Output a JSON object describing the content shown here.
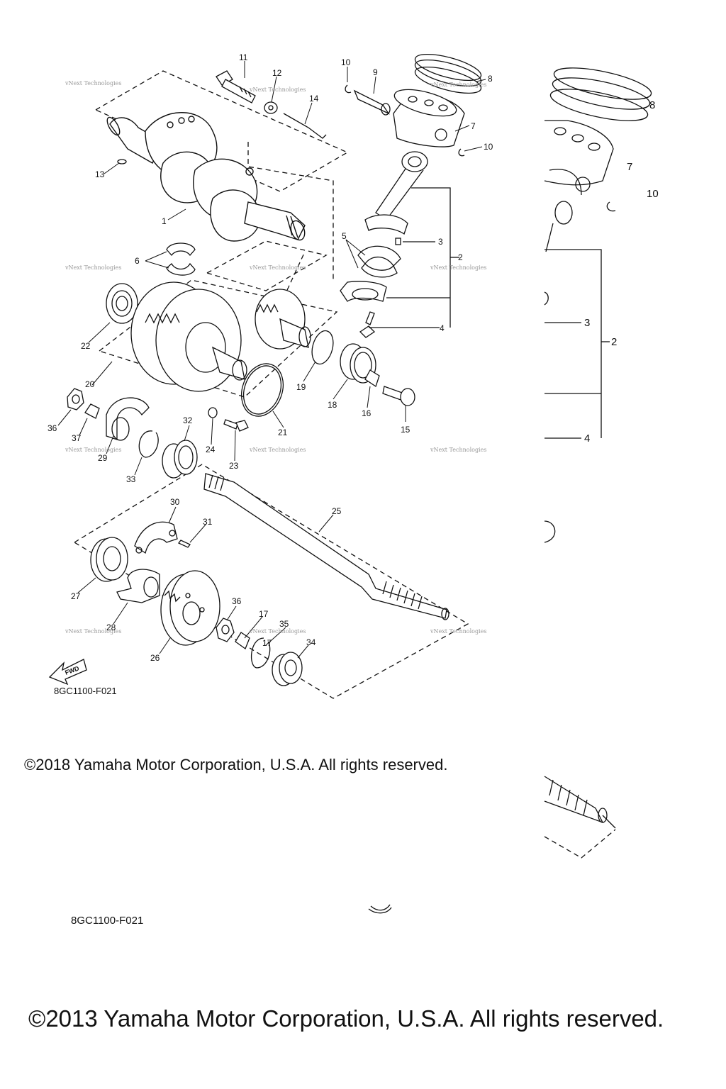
{
  "diagram": {
    "callouts": [
      "1",
      "2",
      "3",
      "4",
      "5",
      "6",
      "7",
      "8",
      "9",
      "10",
      "10",
      "11",
      "12",
      "13",
      "14",
      "15",
      "16",
      "17",
      "17",
      "18",
      "19",
      "20",
      "21",
      "22",
      "23",
      "24",
      "25",
      "26",
      "27",
      "28",
      "29",
      "30",
      "31",
      "32",
      "33",
      "34",
      "35",
      "36",
      "36",
      "37"
    ],
    "overlay_callouts": [
      "8",
      "7",
      "10",
      "3",
      "2",
      "4"
    ],
    "watermark": "vNext Technologies",
    "fwd_label": "FWD"
  },
  "page": {
    "code_top": "8GC1100-F021",
    "code_bottom": "8GC1100-F021",
    "copyright_2018": "©2018 Yamaha Motor Corporation, U.S.A. All rights reserved.",
    "copyright_2013": "©2013 Yamaha Motor Corporation, U.S.A. All rights reserved."
  }
}
